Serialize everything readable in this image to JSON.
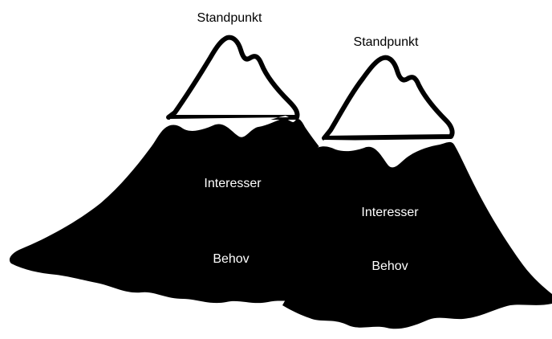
{
  "diagram": {
    "mountain_left": {
      "peak_label": "Standpunkt",
      "middle_label": "Interesser",
      "base_label": "Behov"
    },
    "mountain_right": {
      "peak_label": "Standpunkt",
      "middle_label": "Interesser",
      "base_label": "Behov"
    }
  },
  "colors": {
    "mountain_fill": "#000000",
    "snow_fill": "#ffffff",
    "label_on_white": "#000000",
    "label_on_black": "#ffffff"
  }
}
